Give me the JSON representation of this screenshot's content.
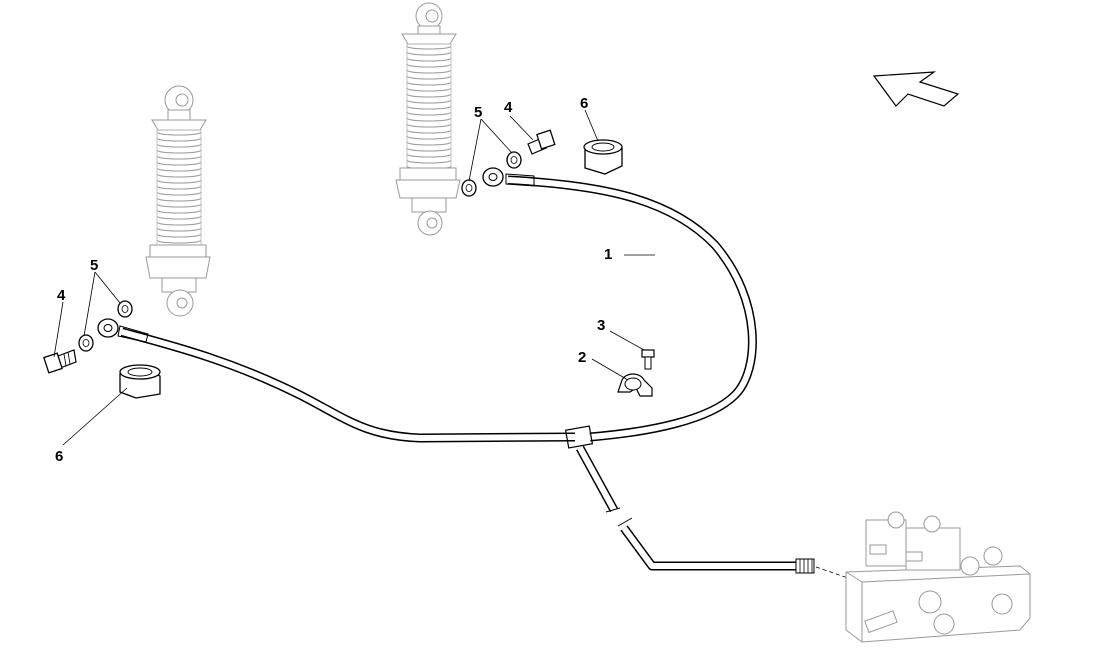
{
  "diagram": {
    "callouts": [
      {
        "id": "hose-left-label",
        "text": "1",
        "part": "hydraulic-hose"
      },
      {
        "id": "clamp-label",
        "text": "2",
        "part": "hose-clamp"
      },
      {
        "id": "screw-label",
        "text": "3",
        "part": "clamp-screw"
      },
      {
        "id": "bolt-left-label",
        "text": "4",
        "part": "banjo-bolt-left"
      },
      {
        "id": "bolt-right-label",
        "text": "4",
        "part": "banjo-bolt-right"
      },
      {
        "id": "washer-left-label",
        "text": "5",
        "part": "sealing-washers-left"
      },
      {
        "id": "washer-right-label",
        "text": "5",
        "part": "sealing-washers-right"
      },
      {
        "id": "grommet-left-label",
        "text": "6",
        "part": "grommet-left"
      },
      {
        "id": "grommet-right-label",
        "text": "6",
        "part": "grommet-right"
      }
    ],
    "icons": [
      "direction-arrow-icon",
      "shock-absorber-icon",
      "valve-block-icon"
    ],
    "colors": {
      "ink": "#000000",
      "ghost": "#9a9a9a",
      "background": "#ffffff"
    }
  }
}
